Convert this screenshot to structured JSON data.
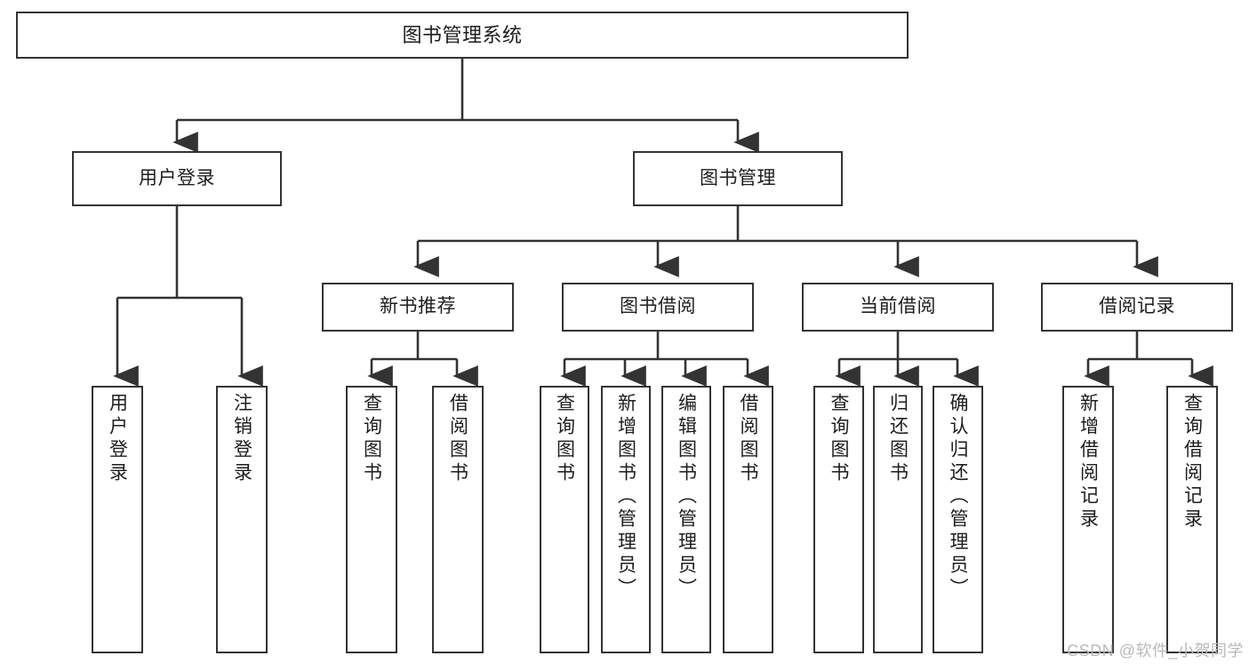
{
  "diagram": {
    "title": "图书管理系统",
    "type": "hierarchy-tree",
    "style": {
      "box_border_color": "#333333",
      "box_fill": "#ffffff",
      "edge_color": "#333333",
      "background": "#ffffff"
    },
    "levels": 4,
    "nodes": {
      "root": {
        "label": "图书管理系统"
      },
      "level2": [
        {
          "id": "user-login",
          "label": "用户登录"
        },
        {
          "id": "book-management",
          "label": "图书管理"
        }
      ],
      "level3": [
        {
          "id": "new-book-recommend",
          "label": "新书推荐",
          "parent": "book-management"
        },
        {
          "id": "book-borrow",
          "label": "图书借阅",
          "parent": "book-management"
        },
        {
          "id": "current-borrow",
          "label": "当前借阅",
          "parent": "book-management"
        },
        {
          "id": "borrow-record",
          "label": "借阅记录",
          "parent": "book-management"
        }
      ],
      "leaves": {
        "user-login": [
          {
            "id": "leaf-user-login",
            "label": "用户登录"
          },
          {
            "id": "leaf-logout",
            "label": "注销登录"
          }
        ],
        "new-book-recommend": [
          {
            "id": "leaf-query-book-1",
            "label": "查询图书"
          },
          {
            "id": "leaf-borrow-book-1",
            "label": "借阅图书"
          }
        ],
        "book-borrow": [
          {
            "id": "leaf-query-book-2",
            "label": "查询图书"
          },
          {
            "id": "leaf-add-book",
            "label": "新增图书（管理员）"
          },
          {
            "id": "leaf-edit-book",
            "label": "编辑图书（管理员）"
          },
          {
            "id": "leaf-borrow-book-2",
            "label": "借阅图书"
          }
        ],
        "current-borrow": [
          {
            "id": "leaf-query-book-3",
            "label": "查询图书"
          },
          {
            "id": "leaf-return-book",
            "label": "归还图书"
          },
          {
            "id": "leaf-confirm-return",
            "label": "确认归还（管理员）"
          }
        ],
        "borrow-record": [
          {
            "id": "leaf-add-record",
            "label": "新增借阅记录"
          },
          {
            "id": "leaf-query-record",
            "label": "查询借阅记录"
          }
        ]
      }
    }
  },
  "watermark": {
    "text": "CSDN @软件_小贺同学"
  }
}
